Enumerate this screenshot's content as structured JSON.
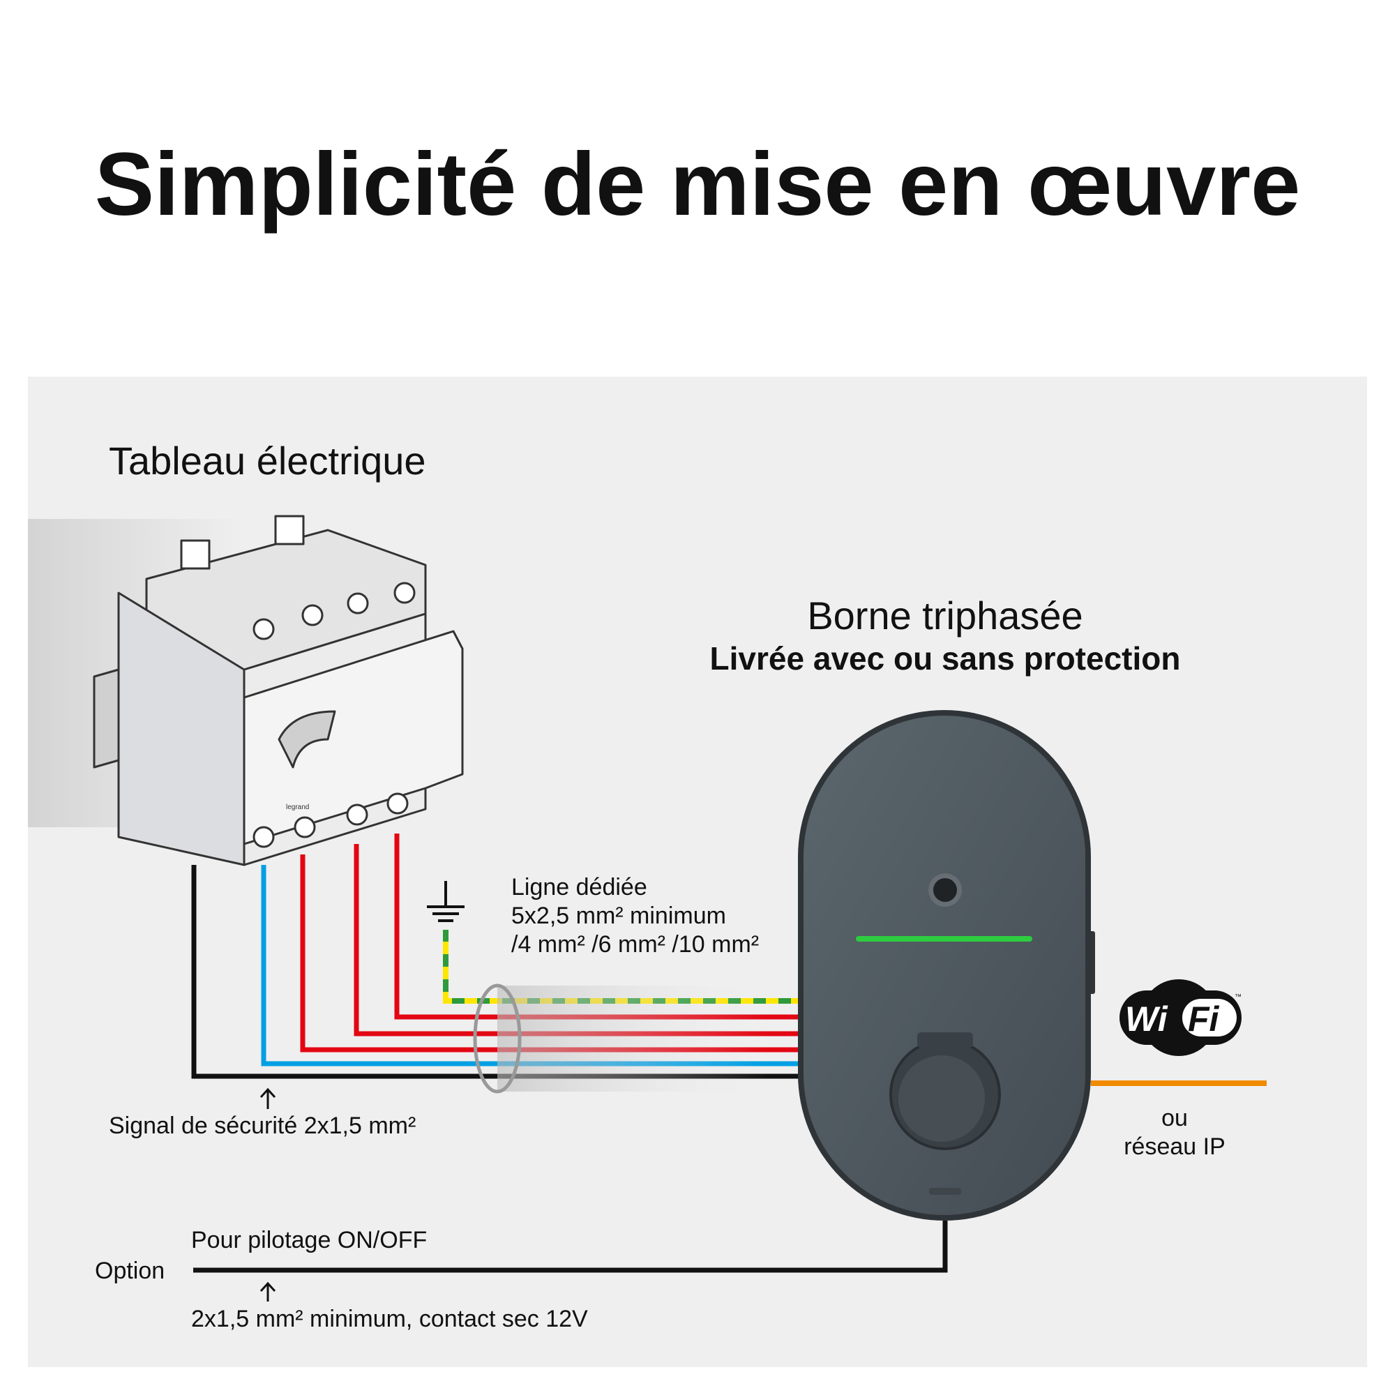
{
  "title": "Simplicité de mise en œuvre",
  "panel": {
    "board_label": "Tableau électrique",
    "charger_title": "Borne triphasée",
    "charger_subtitle": "Livrée avec ou sans protection",
    "line_label": [
      "Ligne dédiée",
      "5x2,5 mm² minimum",
      "/4 mm² /6 mm² /10 mm²"
    ],
    "safety_signal": "Signal de sécurité 2x1,5 mm²",
    "wifi_logo": "Wi Fi",
    "network_or": "ou",
    "network_ip": "réseau IP",
    "option_label": "Option",
    "option_control": "Pour pilotage ON/OFF",
    "option_spec": "2x1,5 mm² minimum, contact sec 12V",
    "breaker_brand": "legrand"
  },
  "colors": {
    "panel_bg": "#efefef",
    "phase": "#e30613",
    "neutral": "#009fe3",
    "earth_green": "#2e9a3c",
    "earth_yellow": "#ffe600",
    "network": "#f08a00",
    "charger": "#4f5a61",
    "led": "#2ecc40"
  }
}
